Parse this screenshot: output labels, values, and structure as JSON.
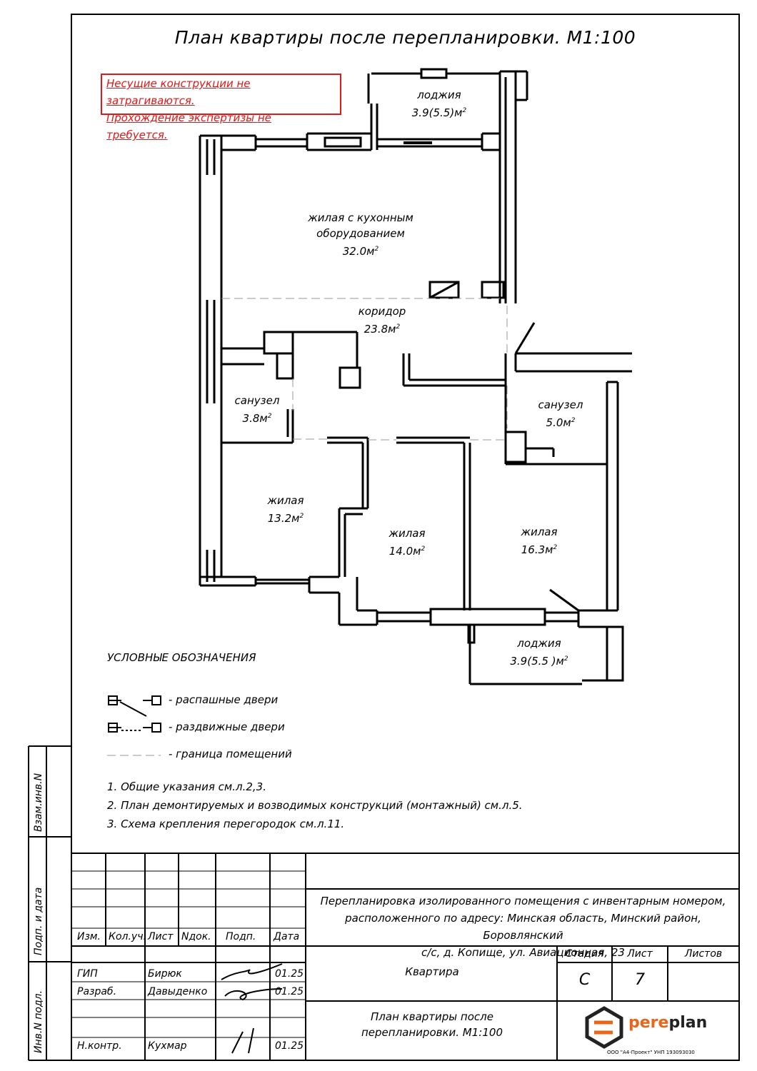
{
  "title": "План квартиры после перепланировки. М1:100",
  "warning": {
    "line1": "Несущие конструкции не затрагиваются.",
    "line2": "Прохождение экспертизы не требуется."
  },
  "rooms": [
    {
      "key": "loggia_top",
      "name": "лоджия",
      "area": "3.9(5.5)м",
      "exp": "2"
    },
    {
      "key": "living_kitchen",
      "name": "жилая с кухонным оборудованием",
      "name2": "",
      "area": "32.0м",
      "exp": "2"
    },
    {
      "key": "corridor",
      "name": "коридор",
      "area": "23.8м",
      "exp": "2"
    },
    {
      "key": "bath_left",
      "name": "санузел",
      "area": "3.8м",
      "exp": "2"
    },
    {
      "key": "bath_right",
      "name": "санузел",
      "area": "5.0м",
      "exp": "2"
    },
    {
      "key": "living1",
      "name": "жилая",
      "area": "13.2м",
      "exp": "2"
    },
    {
      "key": "living2",
      "name": "жилая",
      "area": "14.0м",
      "exp": "2"
    },
    {
      "key": "living3",
      "name": "жилая",
      "area": "16.3м",
      "exp": "2"
    },
    {
      "key": "loggia_bottom",
      "name": "лоджия",
      "area": "3.9(5.5 )м",
      "exp": "2"
    }
  ],
  "living_kitchen_lines": [
    "жилая с кухонным",
    "оборудованием"
  ],
  "legend": {
    "title": "УСЛОВНЫЕ ОБОЗНАЧЕНИЯ",
    "swing": "- распашные двери",
    "sliding": "- раздвижные двери",
    "boundary": "- граница помещений"
  },
  "notes": [
    "1.  Общие указания см.л.2,3.",
    "2.  План демонтируемых и возводимых конструкций (монтажный) см.л.5.",
    "3.  Схема крепления перегородок см.л.11."
  ],
  "side_labels": {
    "vzam": "Взам.инв.N",
    "podp": "Подп. и дата",
    "inv": "Инв.N подл."
  },
  "titleblock": {
    "headers": [
      "Изм.",
      "Кол.уч.",
      "Лист",
      "Nдок.",
      "Подп.",
      "Дата"
    ],
    "rows": [
      {
        "role": "ГИП",
        "name": "Бирюк",
        "date": "01.25"
      },
      {
        "role": "Разраб.",
        "name": "Давыденко",
        "date": "01.25"
      },
      {
        "role": "Н.контр.",
        "name": "Кухмар",
        "date": "01.25"
      }
    ],
    "project_lines": [
      "Перепланировка изолированного помещения с инвентарным номером,",
      "расположенного по адресу: Минская область, Минский район, Боровлянский",
      "с/с, д. Копище, ул. Авиационная, 23"
    ],
    "object": "Квартира",
    "sheet_title_lines": [
      "План квартиры после",
      "перепланировки. М1:100"
    ],
    "col_stage": "Стадия",
    "col_sheet": "Лист",
    "col_sheets": "Листов",
    "stage": "С",
    "sheet": "7",
    "sheets": "",
    "logo": {
      "part1": "pere",
      "part2": "plan"
    },
    "company": "ООО \"А4-Проект\" УНП 193093030"
  },
  "colors": {
    "warning": "#e01818",
    "logo_accent": "#e8651a",
    "logo_dark": "#222222"
  }
}
